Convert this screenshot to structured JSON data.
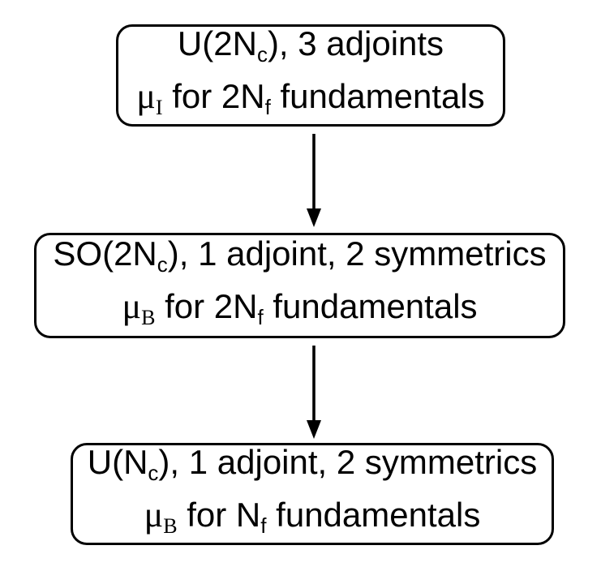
{
  "page": {
    "background": "#ffffff"
  },
  "flowchart": {
    "colors": {
      "box_fill": "#ffffff",
      "box_border": "#000000",
      "text": "#000000",
      "arrow": "#000000"
    },
    "boxes": [
      {
        "id": "step-1-u2nc-3-adjoints",
        "line1": {
          "main": "U(2N",
          "sub": "c",
          "rest": "), 3 adjoints"
        },
        "line2": {
          "mu": "μ",
          "mu_sub": "I",
          "mid": " for 2N",
          "sub": "f",
          "rest": " fundamentals"
        }
      },
      {
        "id": "step-2-so2nc-1-adjoint-2-symmetrics",
        "line1": {
          "main": "SO(2N",
          "sub": "c",
          "rest": "), 1 adjoint, 2 symmetrics"
        },
        "line2": {
          "mu": "μ",
          "mu_sub": "B",
          "mid": " for 2N",
          "sub": "f",
          "rest": " fundamentals"
        }
      },
      {
        "id": "step-3-unc-1-adjoint-2-symmetrics",
        "line1": {
          "main": "U(N",
          "sub": "c",
          "rest": "), 1 adjoint, 2 symmetrics"
        },
        "line2": {
          "mu": "μ",
          "mu_sub": "B",
          "mid": " for N",
          "sub": "f",
          "rest": " fundamentals"
        }
      }
    ]
  }
}
